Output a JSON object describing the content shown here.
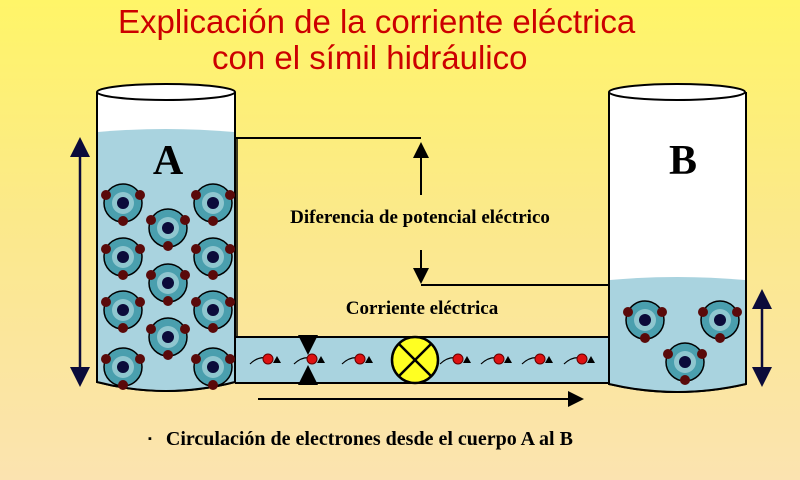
{
  "title": {
    "line1": "Explicación de la corriente eléctrica",
    "line2": "con el símil hidráulico"
  },
  "labels": {
    "tank_a": "A",
    "tank_b": "B",
    "potential_difference": "Diferencia de potencial eléctrico",
    "current": "Corriente eléctrica"
  },
  "bullet": {
    "symbol": "▪",
    "text": "Circulación de electrones desde el cuerpo A al B"
  },
  "colors": {
    "title": "#cc0000",
    "water": "#a9d3df",
    "atom_ring": "#4a9fae",
    "nucleus": "#0b0b3a",
    "electron": "#5a0a0a",
    "flow_electron": "#dd1111",
    "lamp": "#ffff22"
  }
}
